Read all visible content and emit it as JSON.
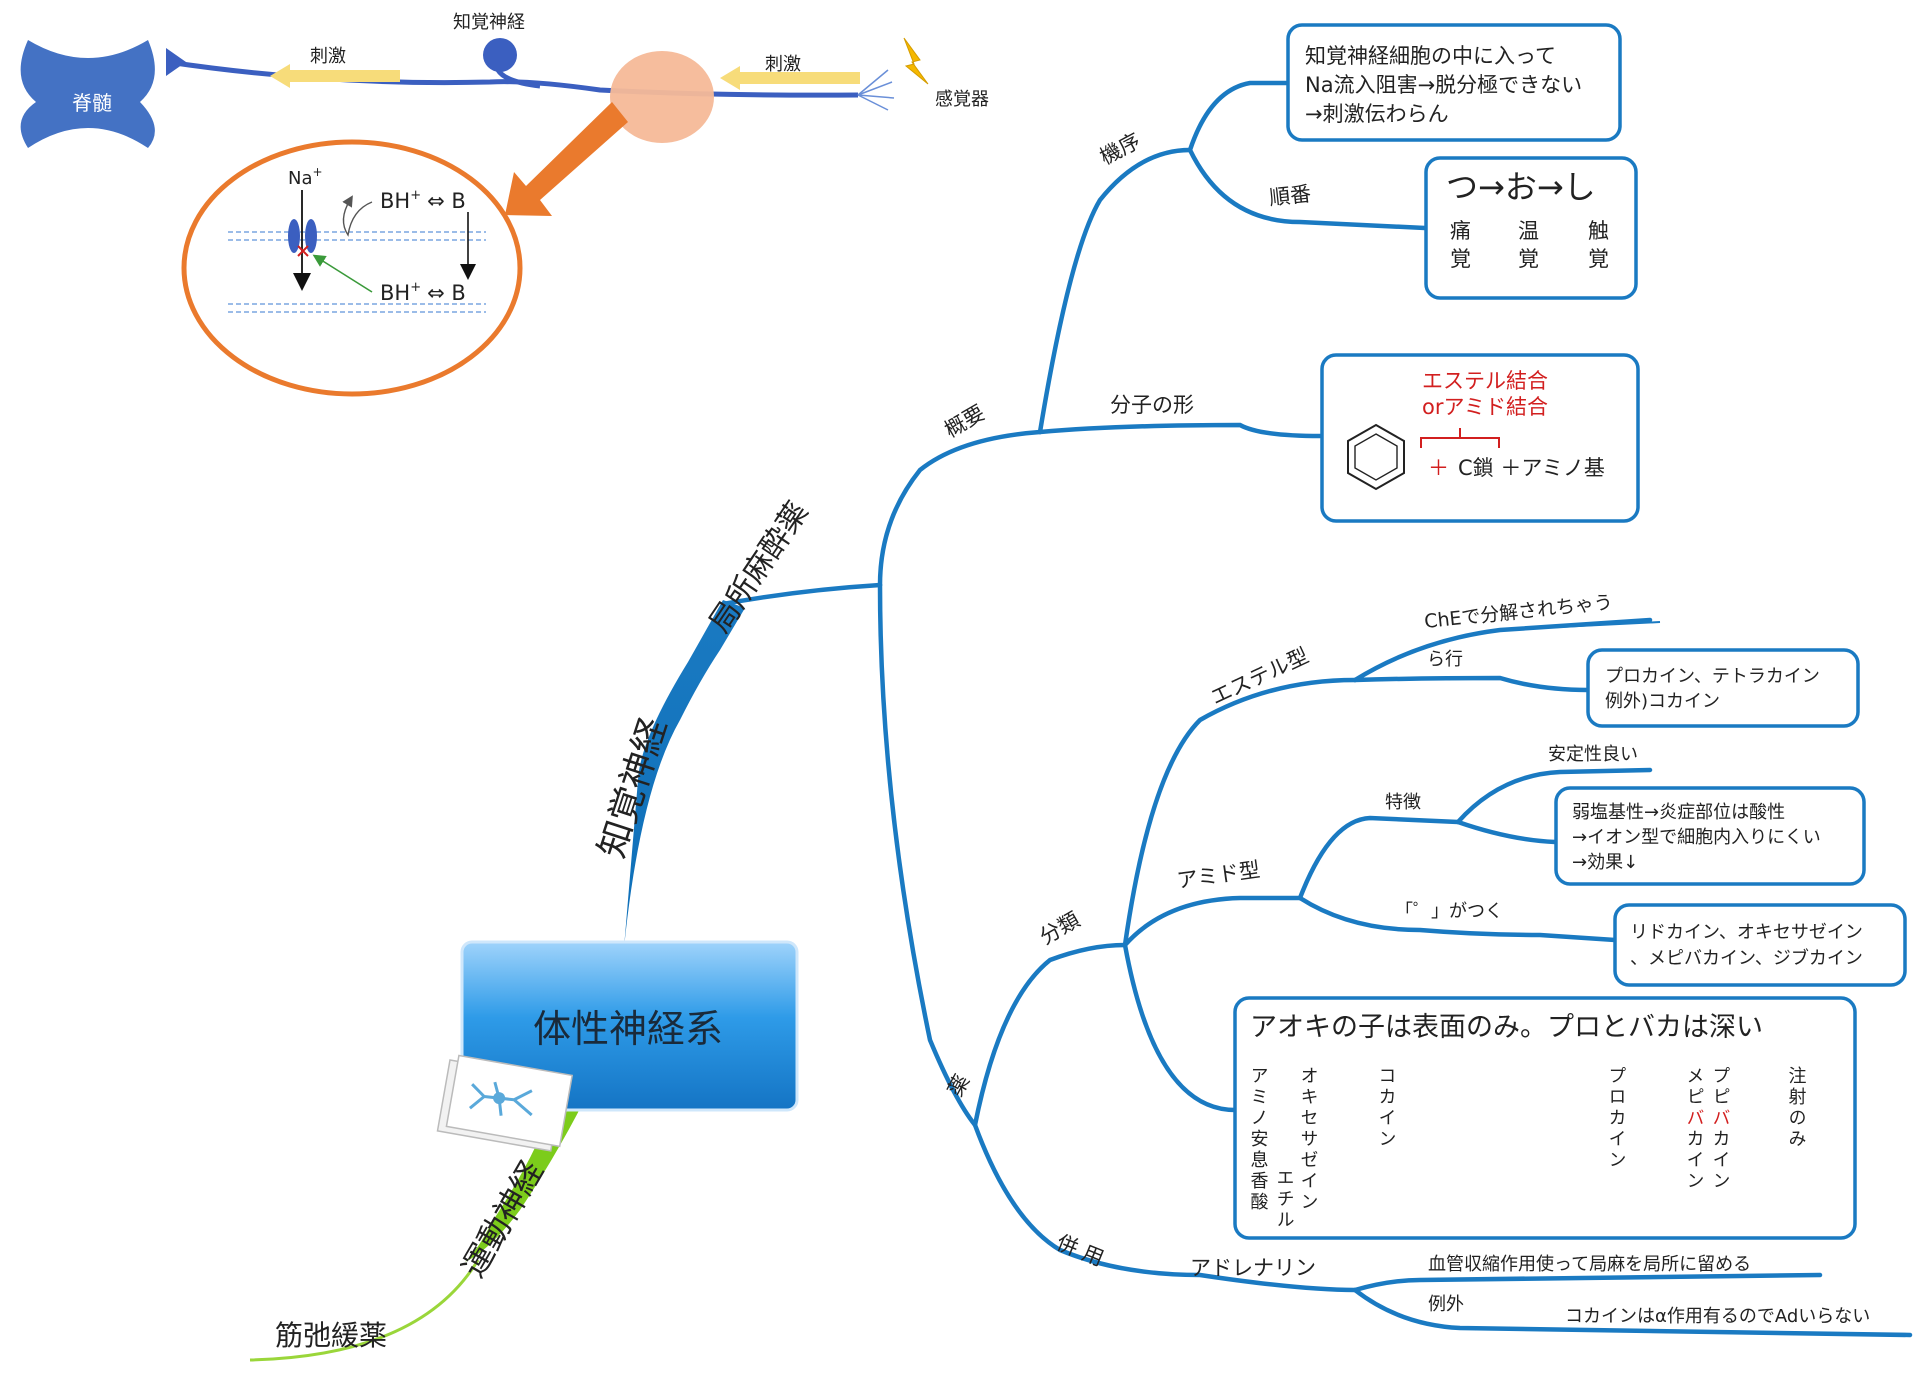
{
  "central": {
    "title": "体性神経系"
  },
  "main_branches": {
    "sensory": "知覚神経",
    "motor": "運動神経"
  },
  "local_anesthetic": "局所麻酔薬",
  "muscle_relaxant": "筋弛緩薬",
  "overview": {
    "label": "概要",
    "mechanism": {
      "label": "機序",
      "note": [
        "知覚神経細胞の中に入って",
        "Na流入阻害→脱分極できない",
        "→刺激伝わらん"
      ]
    },
    "order": {
      "label": "順番",
      "title": "つ→お→し",
      "cols": [
        [
          "痛",
          "覚"
        ],
        [
          "温",
          "覚"
        ],
        [
          "触",
          "覚"
        ]
      ]
    },
    "shape": {
      "label": "分子の形",
      "bond1": "エステル結合",
      "bond2": "orアミド結合",
      "plus_red": "＋",
      "formula": "C鎖 ＋アミノ基"
    }
  },
  "drugs": {
    "label": "薬",
    "classification": {
      "label": "分類",
      "ester": {
        "label": "エステル型",
        "che": "ChEで分解されちゃう",
        "ra": "ら行",
        "examples": [
          "プロカイン、テトラカイン",
          "例外)コカイン"
        ]
      },
      "amide": {
        "label": "アミド型",
        "features": "特徴",
        "stable": "安定性良い",
        "weak_base": [
          "弱塩基性→炎症部位は酸性",
          "→イオン型で細胞内入りにくい",
          "→効果↓"
        ],
        "tsuku": "「゜」がつく",
        "examples": [
          "リドカイン、オキセサゼイン",
          "、メピバカイン、ジブカイン"
        ]
      },
      "mnemonic": {
        "title": "アオキの子は表面のみ。プロとバカは深い",
        "col_aminobenzoate": "アミノ安息香酸",
        "col_ethyl": "エチル",
        "col_oxethazaine": "オキセサゼイン",
        "col_cocaine": "コカイン",
        "col_procaine": "プロカイン",
        "col_mepi_a": "メピ",
        "col_mepi_b": "バ",
        "col_mepi_c": "カイン",
        "col_bupi_a": "プピ",
        "col_bupi_b": "バ",
        "col_bupi_c": "カイン",
        "col_inject": "注射のみ"
      }
    },
    "combo": {
      "label": "併 用",
      "adrenaline": "アドレナリン",
      "vaso": "血管収縮作用使って局麻を局所に留める",
      "exception": "例外",
      "cocaine_note": "コカインはα作用有るのでAdいらない"
    }
  },
  "illustration": {
    "spinal_cord": "脊髄",
    "sensory_nerve": "知覚神経",
    "stimulus_left": "刺激",
    "stimulus_right": "刺激",
    "receptor": "感覚器",
    "na": "Na",
    "na_sup": "+",
    "eq_top_a": "BH",
    "eq_top_b": "⇔ B",
    "eq_bottom_a": "BH",
    "eq_bottom_b": "⇔ B",
    "plus": "+"
  },
  "colors": {
    "branch": "#1a7ac2",
    "motor": "#7ccc1b",
    "central_box": "#1b86d6",
    "nerve": "#3b5fc0",
    "orange": "#ea7a2d",
    "arrow_yellow": "#f7dc7a",
    "highlight_red": "#d21f1f"
  }
}
